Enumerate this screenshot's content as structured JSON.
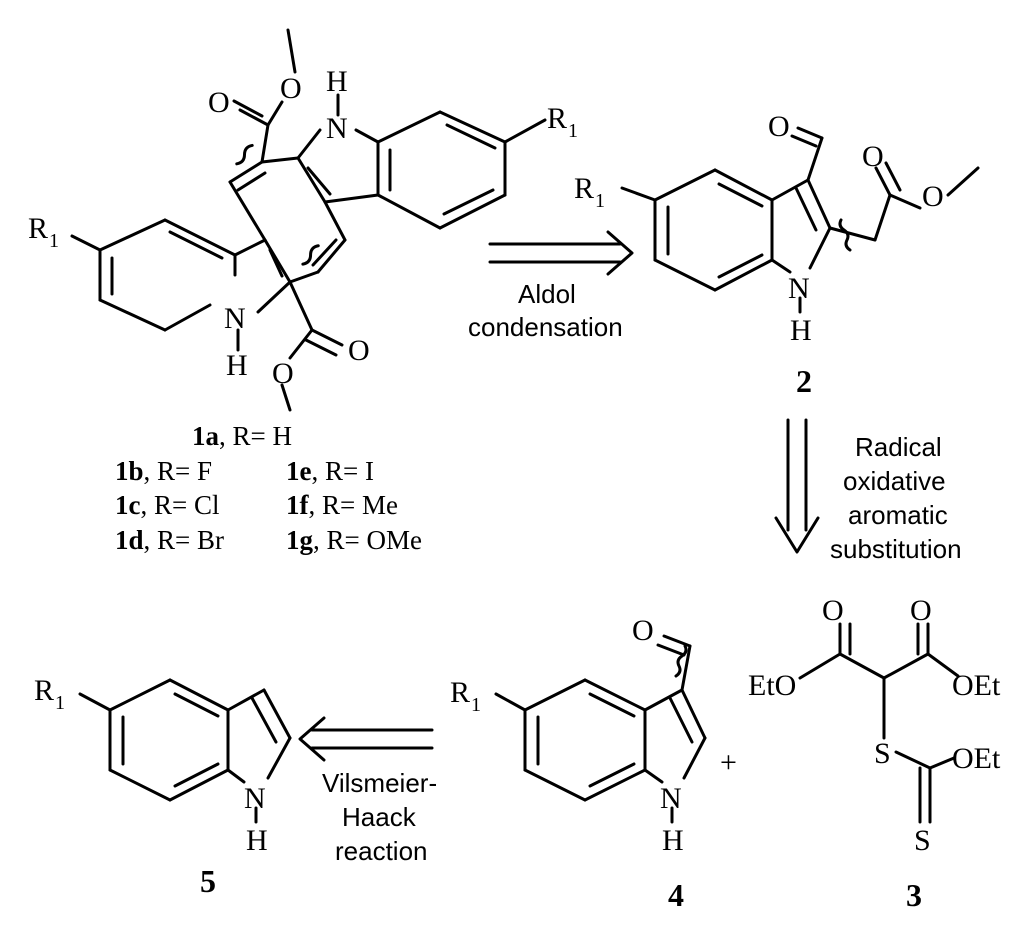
{
  "labels": {
    "R1": "R",
    "R1_sub": "1",
    "N": "N",
    "H": "H",
    "O": "O",
    "S": "S",
    "EtO": "EtO",
    "OEt": "OEt",
    "plus": "+"
  },
  "compounds": {
    "c1": "1",
    "c2": "2",
    "c3": "3",
    "c4": "4",
    "c5": "5"
  },
  "variants": [
    {
      "id": "1a",
      "text": ", R= H"
    },
    {
      "id": "1b",
      "text": ", R= F"
    },
    {
      "id": "1c",
      "text": ", R= Cl"
    },
    {
      "id": "1d",
      "text": ", R= Br"
    },
    {
      "id": "1e",
      "text": ", R= I"
    },
    {
      "id": "1f",
      "text": ", R= Me"
    },
    {
      "id": "1g",
      "text": ", R= OMe"
    }
  ],
  "reactions": {
    "aldol": [
      "Aldol",
      "condensation"
    ],
    "radical": [
      "Radical",
      "oxidative",
      "aromatic",
      "substitution"
    ],
    "vilsmeier": [
      "Vilsmeier-",
      "Haack",
      "reaction"
    ]
  }
}
